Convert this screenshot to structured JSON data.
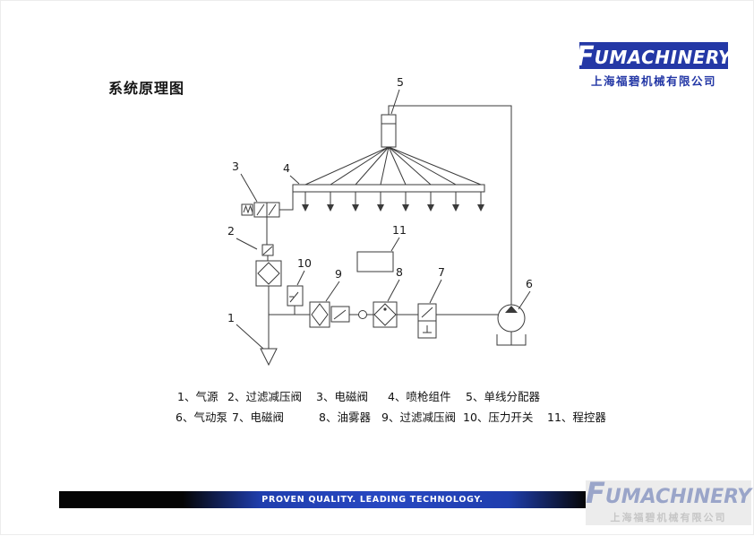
{
  "page": {
    "title": "系统原理图"
  },
  "logo": {
    "brand_initial": "F",
    "brand_rest": "UMACHINERY",
    "company": "上海福碧机械有限公司"
  },
  "diagram": {
    "labels": {
      "n1": "1",
      "n2": "2",
      "n3": "3",
      "n4": "4",
      "n5": "5",
      "n6": "6",
      "n7": "7",
      "n8": "8",
      "n9": "9",
      "n10": "10",
      "n11": "11"
    }
  },
  "legend": {
    "row1": [
      "1、气源",
      "2、过滤减压阀",
      "3、电磁阀",
      "4、喷枪组件",
      "5、单线分配器"
    ],
    "row2": [
      "6、气动泵",
      "7、电磁阀",
      "8、油雾器",
      "9、过滤减压阀",
      "10、压力开关",
      "11、程控器"
    ]
  },
  "footer": {
    "slogan": "PROVEN QUALITY. LEADING TECHNOLOGY.",
    "brand_initial": "F",
    "brand_rest": "UMACHINERY",
    "company": "上海福碧机械有限公司"
  },
  "colors": {
    "brand_blue": "#2438a6",
    "bar_black": "#050505",
    "line_color": "#3a3a3a"
  }
}
